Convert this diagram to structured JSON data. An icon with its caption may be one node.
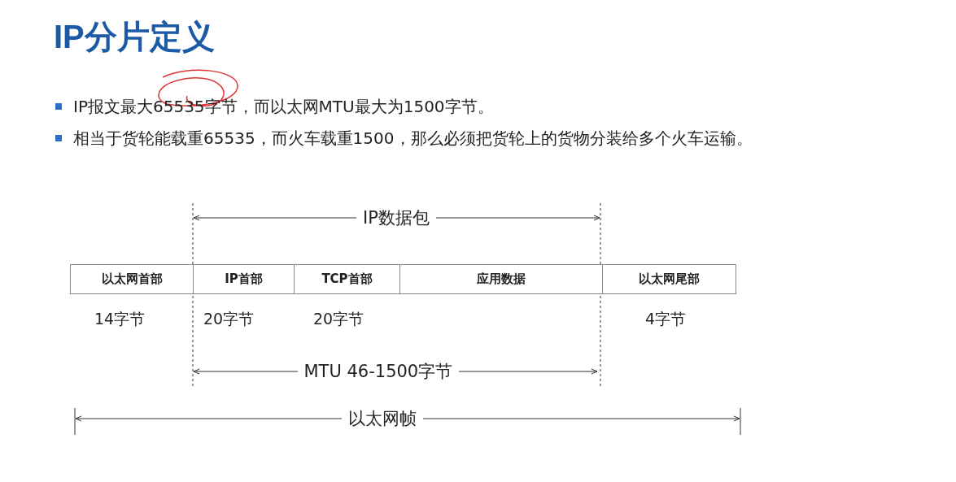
{
  "diagram": {
    "title": "IP分片定义",
    "nodes": [
      {
        "text": [
          "以太网首部"
        ],
        "beside": [
          "14字节"
        ]
      },
      {
        "text": [
          "IP首部"
        ],
        "beside": [
          "20字节"
        ]
      },
      {
        "text": [
          "TCP首部"
        ],
        "beside": [
          "20字节"
        ]
      },
      {
        "text": [
          "应用数据"
        ]
      },
      {
        "text": [
          "以太网尾部"
        ],
        "beside": [
          "4字节"
        ]
      }
    ],
    "labels": [
      "IP报文最大65535字节，而以太网MTU最大为1500字节。",
      "相当于货轮能载重65535，而火车载重1500，那么必须把货轮上的货物分装给多个火车运输。",
      "IP数据包",
      "MTU 46-1500字节",
      "以太网帧"
    ]
  }
}
